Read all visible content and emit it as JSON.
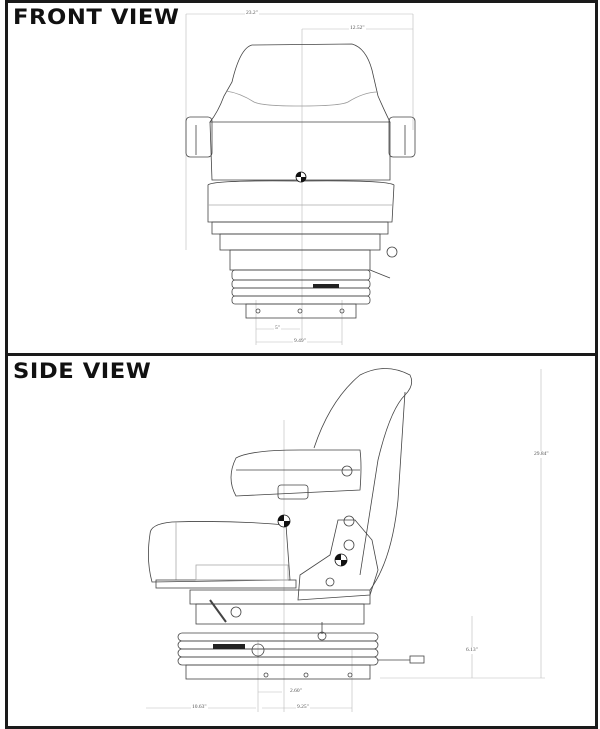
{
  "front_view": {
    "title": "FRONT VIEW",
    "dimensions": {
      "overall_width": "23.2\"",
      "half_width": "12.52\"",
      "base_hole_spacing": "5\"",
      "base_width": "9.49\""
    }
  },
  "side_view": {
    "title": "SIDE VIEW",
    "dimensions": {
      "overall_height": "29.84\"",
      "suspension_height": "6.13\"",
      "offset": "2.60\"",
      "front_depth": "10.63\"",
      "rear_depth": "9.25\""
    }
  },
  "colors": {
    "frame": "#1a1a1a",
    "line": "#333333",
    "dimension_line": "#bbbbbb"
  }
}
